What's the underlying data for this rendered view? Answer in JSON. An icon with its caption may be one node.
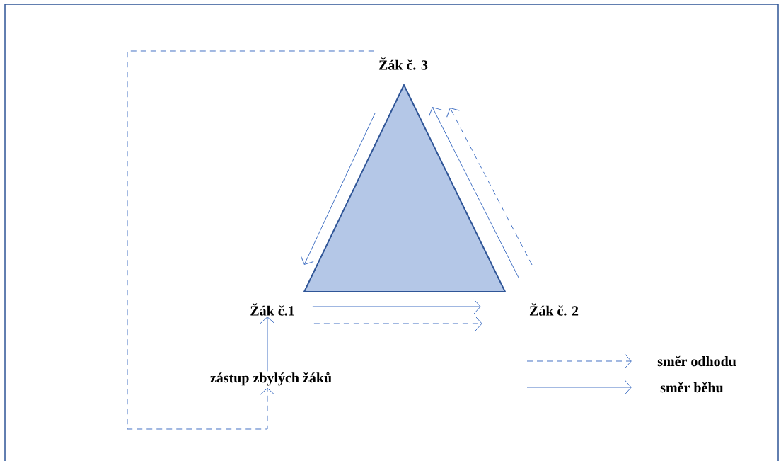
{
  "diagram": {
    "nodes": [
      {
        "text": [
          "Žák č. 3"
        ]
      },
      {
        "text": [
          "Žák č.1"
        ]
      },
      {
        "text": [
          "Žák č. 2"
        ]
      },
      {
        "text": [
          "zástup zbylých žáků"
        ]
      }
    ],
    "edges": [
      {
        "from": 3,
        "to": 1,
        "arrow": "to"
      },
      {
        "from": 0,
        "to": 1,
        "arrow": "to"
      },
      {
        "from": 1,
        "to": 2,
        "arrow": "to"
      },
      {
        "from": 1,
        "to": 2,
        "arrow": "to",
        "style": "dashed"
      },
      {
        "from": 2,
        "to": 0,
        "arrow": "to"
      },
      {
        "from": 2,
        "to": 0,
        "arrow": "to",
        "style": "dashed"
      },
      {
        "from": 0,
        "to": 3,
        "arrow": "to",
        "style": "dashed"
      }
    ],
    "legend": [
      {
        "text": "směr odhodu"
      },
      {
        "text": "směr běhu"
      }
    ]
  }
}
